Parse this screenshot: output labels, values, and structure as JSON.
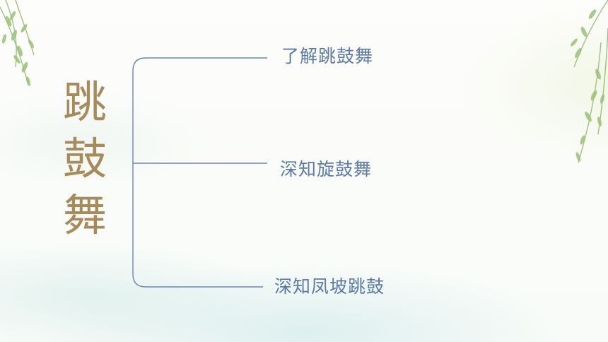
{
  "title": {
    "chars": [
      "跳",
      "鼓",
      "舞"
    ]
  },
  "branches": [
    {
      "label": "了解跳鼓舞"
    },
    {
      "label": "深知旋鼓舞"
    },
    {
      "label": "深知凤坡跳鼓"
    }
  ],
  "colors": {
    "title": "#a88b5a",
    "branch_text": "#5b7aa6",
    "bracket_line": "#6b86b2",
    "willow": "#9cc27a"
  },
  "decoration": {
    "top_left": "willow-branch-icon",
    "top_right": "willow-branch-icon"
  }
}
